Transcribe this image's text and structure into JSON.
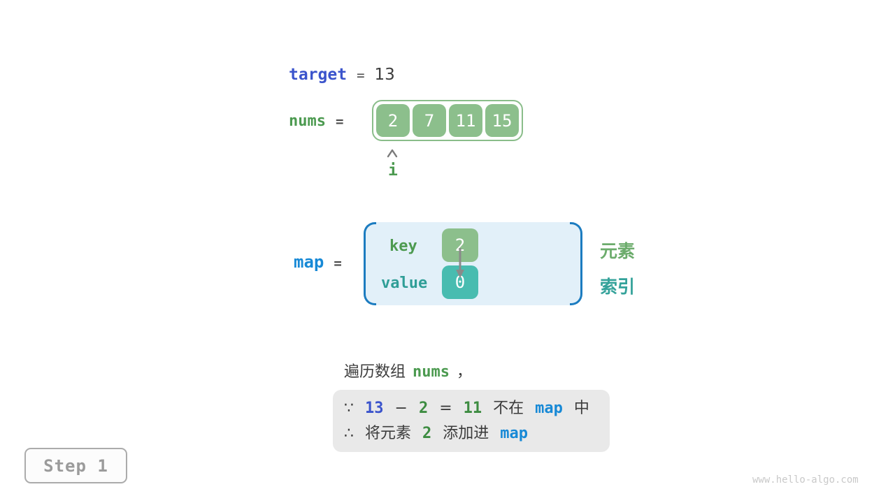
{
  "colors": {
    "indigo": "#3b54cc",
    "azure": "#1789d6",
    "green_text": "#4c9a50",
    "teal_text": "#2f9e97",
    "cell_green": "#8cbf8c",
    "cell_teal": "#48bcb0",
    "array_border": "#8abd8a",
    "map_fill": "#e2f0f9",
    "map_border": "#1c7cc0",
    "note_bg": "#e9e9e9",
    "dark_text": "#3c3c3c",
    "step_gray": "#9b9b9b"
  },
  "target_line": {
    "label": "target",
    "equals": "=",
    "value": "13"
  },
  "nums_line": {
    "label": "nums",
    "equals": "=",
    "cells": [
      "2",
      "7",
      "11",
      "15"
    ],
    "index_pointer": "i"
  },
  "map_line": {
    "label": "map",
    "equals": "=",
    "key_label": "key",
    "value_label": "value",
    "key_cell": "2",
    "value_cell": "0",
    "element_label": "元素",
    "index_label": "索引"
  },
  "caption": {
    "prefix": "遍历数组",
    "code": "nums",
    "suffix": "，"
  },
  "note_box": {
    "because": "∵",
    "therefore": "∴",
    "line1": {
      "num_target": "13",
      "minus": "−",
      "num_element": "2",
      "equals": "=",
      "num_diff": "11",
      "text_not_in": "不在",
      "code_map": "map",
      "text_in": "中"
    },
    "line2": {
      "text_prefix": "将元素",
      "num_element": "2",
      "text_suffix": "添加进",
      "code_map": "map"
    }
  },
  "step_box": {
    "label": "Step 1"
  },
  "watermark": "www.hello-algo.com"
}
